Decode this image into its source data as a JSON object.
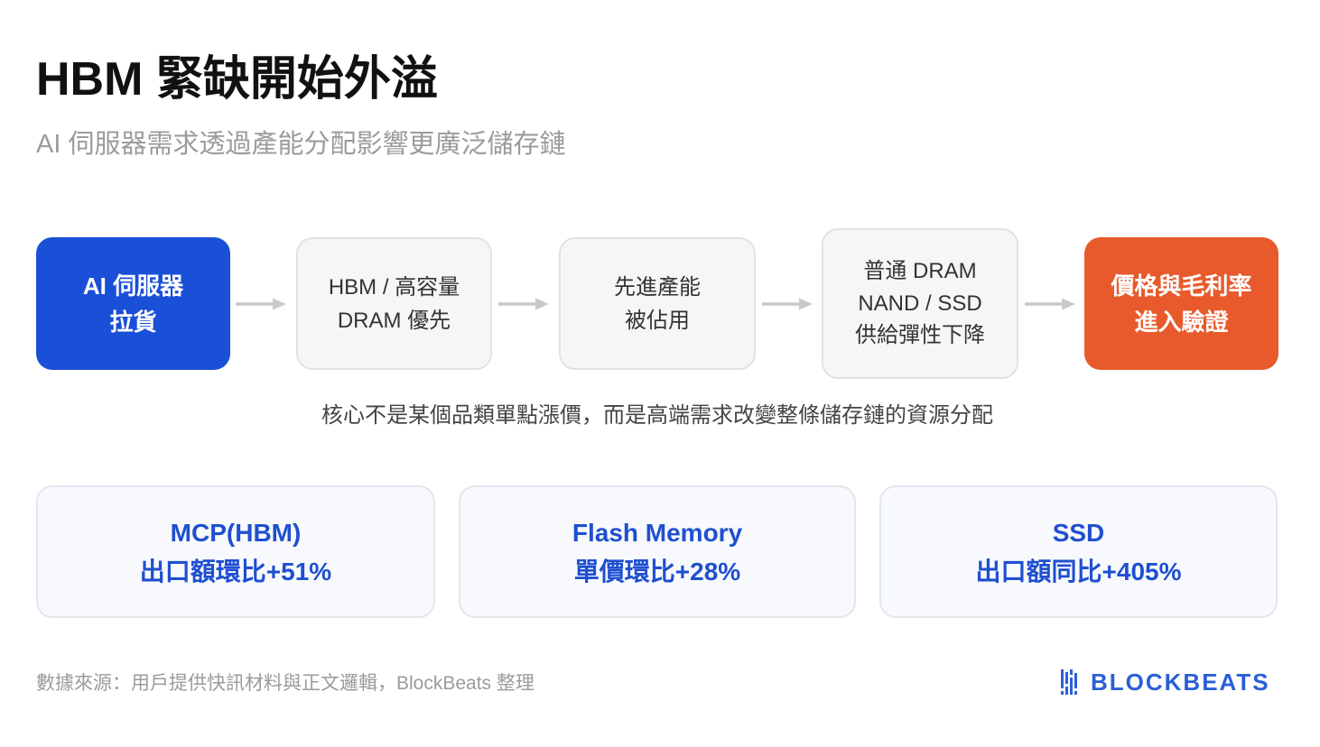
{
  "header": {
    "title": "HBM 緊缺開始外溢",
    "subtitle": "AI 伺服器需求透過產能分配影響更廣泛儲存鏈"
  },
  "flow": {
    "steps": [
      {
        "lines": [
          "AI 伺服器",
          "拉貨"
        ]
      },
      {
        "lines": [
          "HBM / 高容量",
          "DRAM 優先"
        ]
      },
      {
        "lines": [
          "先進產能",
          "被佔用"
        ]
      },
      {
        "lines": [
          "普通 DRAM",
          "NAND / SSD",
          "供給彈性下降"
        ]
      },
      {
        "lines": [
          "價格與毛利率",
          "進入驗證"
        ]
      }
    ],
    "connector_icon": "arrow-right-icon"
  },
  "caption": "核心不是某個品類單點漲價，而是高端需求改變整條儲存鏈的資源分配",
  "stats": [
    {
      "label": "MCP(HBM)",
      "value": "出口額環比+51%"
    },
    {
      "label": "Flash Memory",
      "value": "單價環比+28%"
    },
    {
      "label": "SSD",
      "value": "出口額同比+405%"
    }
  ],
  "footer": {
    "source": "數據來源：用戶提供快訊材料與正文邏輯，BlockBeats 整理",
    "logo_text": "BLOCKBEATS",
    "logo_icon": "blockbeats-logo-icon"
  },
  "colors": {
    "title": "#111111",
    "subtitle": "#9b9b9b",
    "start_step": "#1a4fd7",
    "end_step": "#e85a2c",
    "neutral_step_bg": "#f6f6f6",
    "stat_text": "#1f4fd0",
    "connector": "#c9c9c9",
    "logo": "#2a5fd6"
  }
}
